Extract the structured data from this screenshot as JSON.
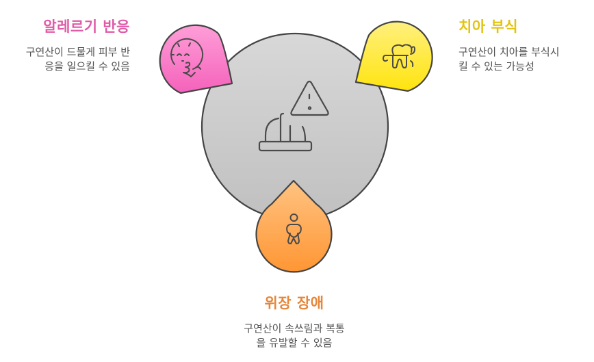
{
  "diagram": {
    "center": {
      "icon": "dental-warning-icon",
      "fill_top": "#d8d8d8",
      "fill_bottom": "#c2c2c2"
    },
    "nodes": [
      {
        "id": "allergy",
        "title": "알레르기 반응",
        "description_line1": "구연산이 드물게 피부 반",
        "description_line2": "응을 일으킬 수 있음",
        "icon": "face-rash-icon",
        "color": "#e05aa8",
        "fill_top": "#ff9ad6",
        "fill_bottom": "#f566bd"
      },
      {
        "id": "tooth-erosion",
        "title": "치아 부식",
        "description_line1": "구연산이 치아를 부식시",
        "description_line2": "킬 수 있는 가능성",
        "icon": "tooth-icon",
        "color": "#e2c410",
        "fill_top": "#fff27a",
        "fill_bottom": "#ffe416"
      },
      {
        "id": "gi-disorder",
        "title": "위장 장애",
        "description_line1": "구연산이 속쓰림과 복통",
        "description_line2": "을 유발할 수 있음",
        "icon": "stomach-ache-person-icon",
        "color": "#e6863a",
        "fill_top": "#ffc080",
        "fill_bottom": "#ff9838"
      }
    ]
  }
}
